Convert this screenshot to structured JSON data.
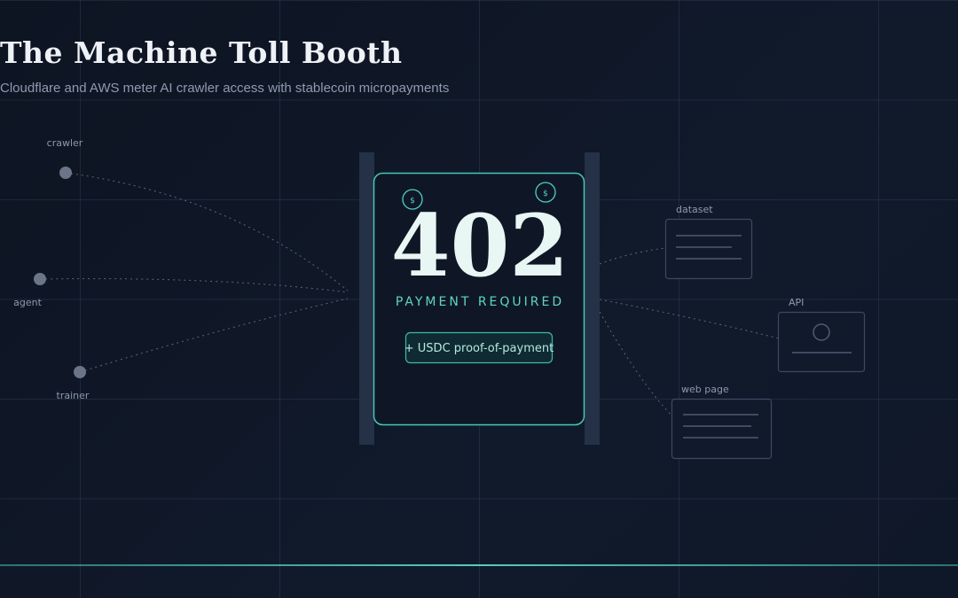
{
  "header": {
    "title": "The Machine Toll Booth",
    "subtitle": "Cloudflare and AWS meter AI crawler access with stablecoin micropayments"
  },
  "requesters": [
    {
      "label": "crawler"
    },
    {
      "label": "agent"
    },
    {
      "label": "trainer"
    }
  ],
  "gate": {
    "code": "402",
    "status": "PAYMENT REQUIRED",
    "badge": "+ USDC proof-of-payment",
    "coin_symbol": "$"
  },
  "resources": [
    {
      "label": "dataset",
      "icon": "document-icon"
    },
    {
      "label": "API",
      "icon": "api-icon"
    },
    {
      "label": "web page",
      "icon": "document-icon"
    }
  ],
  "colors": {
    "accent": "#4fd1bd",
    "background": "#0f1726",
    "node": "#6b7588",
    "muted_text": "#8f99ab"
  }
}
